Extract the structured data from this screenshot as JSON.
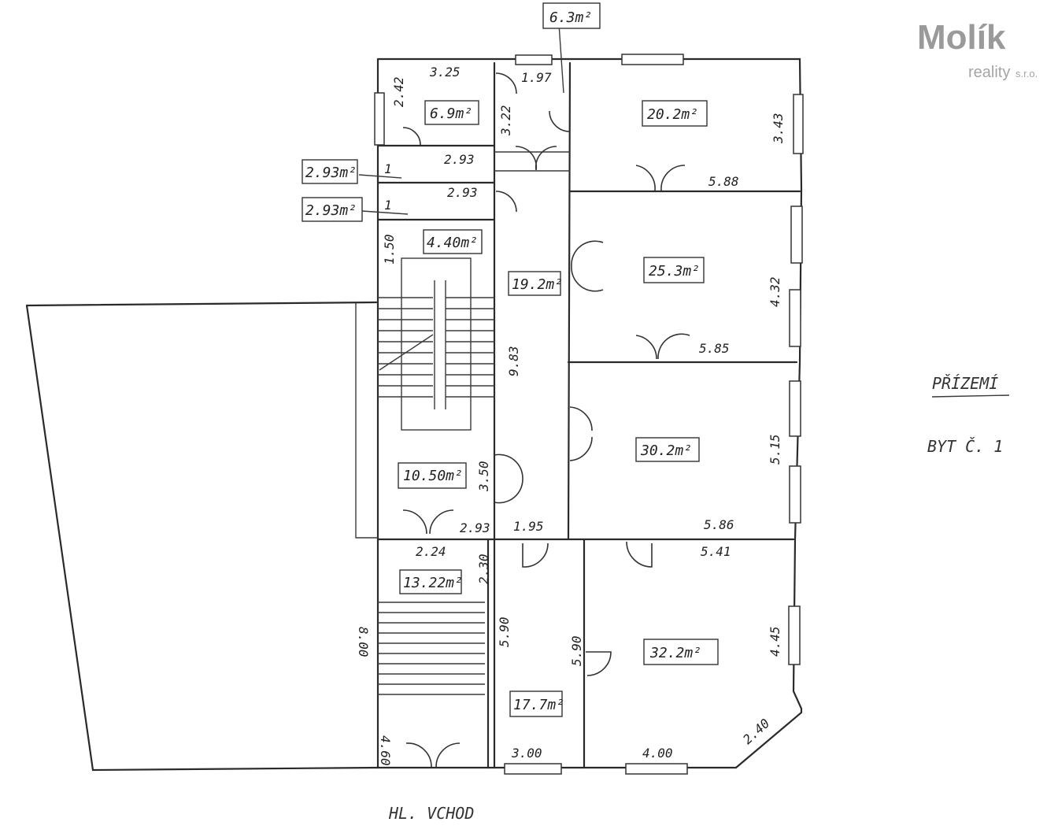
{
  "logo": {
    "name": "Molík",
    "sub": "reality",
    "suffix": "s.r.o."
  },
  "plan": {
    "floor_title": "PŘÍZEMÍ",
    "unit_label": "BYT Č. 1",
    "entrance_label": "HL. VCHOD",
    "areas": {
      "top": "6.3m²",
      "wc": "6.9m²",
      "cellar_a": "2.93m²",
      "cellar_b": "2.93m²",
      "landing": "4.40m²",
      "hall": "19.2m²",
      "room_1": "20.2m²",
      "room_2": "25.3m²",
      "room_3": "30.2m²",
      "room_4": "32.2m²",
      "left_room": "10.50m²",
      "stair_lower": "13.22m²",
      "corridor_lower": "17.7m²"
    },
    "dims": {
      "d325": "3.25",
      "d242": "2.42",
      "d197": "1.97",
      "d322": "3.22",
      "d293a": "2.93",
      "d293b": "2.93",
      "d1a": "1",
      "d1b": "1",
      "d150": "1.50",
      "d983": "9.83",
      "d343": "3.43",
      "d588": "5.88",
      "d432": "4.32",
      "d585": "5.85",
      "d515": "5.15",
      "d586": "5.86",
      "d350": "3.50",
      "d293c": "2.93",
      "d195": "1.95",
      "d224": "2.24",
      "d230": "2.30",
      "d541": "5.41",
      "d590a": "5.90",
      "d590b": "5.90",
      "d445": "4.45",
      "d800": "8.00",
      "d460": "4.60",
      "d300": "3.00",
      "d400": "4.00",
      "d240": "2.40"
    }
  }
}
